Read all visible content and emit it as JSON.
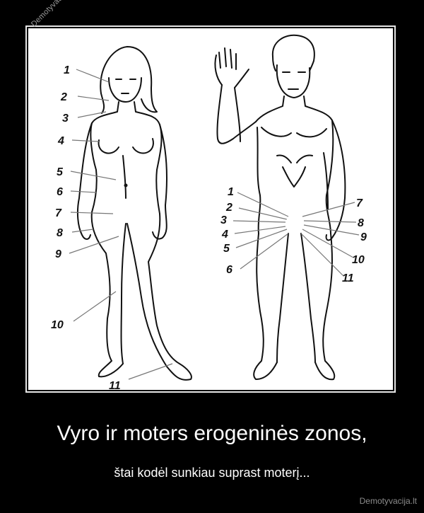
{
  "watermark": "Demotyvacija.lt",
  "title": "Vyro ir moters erogeninės zonos,",
  "subtitle": "štai kodėl sunkiau suprast moterį...",
  "site": "Demotyvacija.lt",
  "female_labels": [
    "1",
    "2",
    "3",
    "4",
    "5",
    "6",
    "7",
    "8",
    "9",
    "10",
    "11"
  ],
  "male_labels": [
    "1",
    "2",
    "3",
    "4",
    "5",
    "6",
    "7",
    "8",
    "9",
    "10",
    "11"
  ]
}
